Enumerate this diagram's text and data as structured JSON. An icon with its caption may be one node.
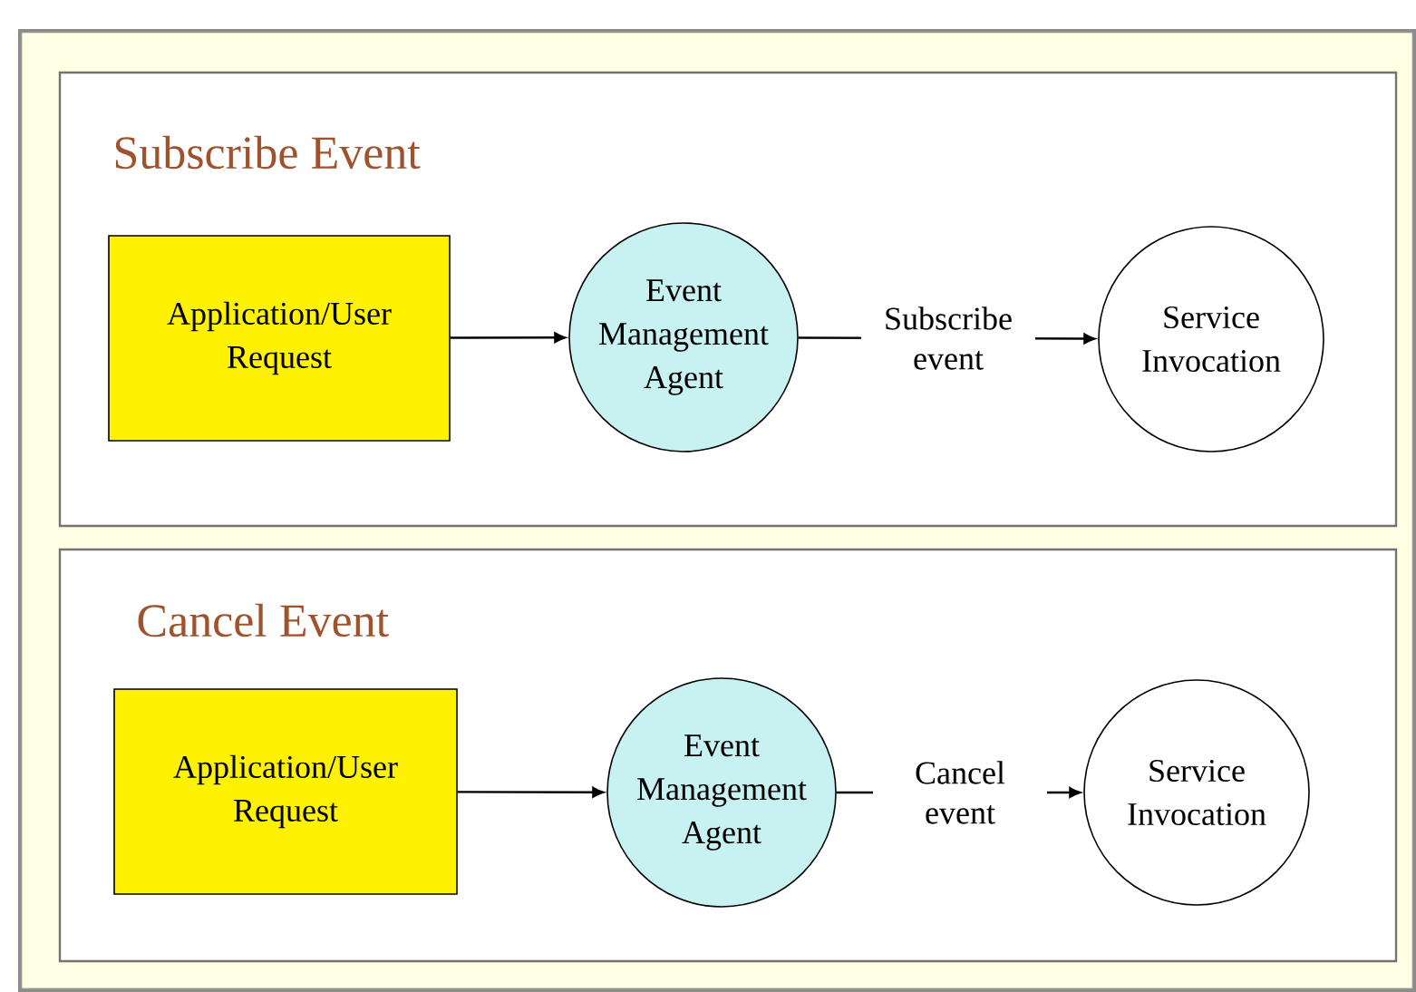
{
  "diagram": {
    "nodes": [
      {
        "text": [
          "Subscribe Event"
        ]
      },
      {
        "text": [
          "Application/User Request"
        ],
        "in": 0
      },
      {
        "text": [
          "Event Management Agent"
        ],
        "in": 0
      },
      {
        "text": [
          "Service Invocation"
        ],
        "in": 0
      },
      {
        "text": [
          "Cancel Event"
        ]
      },
      {
        "text": [
          "Application/User Request"
        ],
        "in": 4
      },
      {
        "text": [
          "Event Management Agent"
        ],
        "in": 4
      },
      {
        "text": [
          "Service Invocation"
        ],
        "in": 4
      }
    ],
    "edges": [
      {
        "from": 1,
        "to": 2,
        "arrow": "to"
      },
      {
        "from": 2,
        "to": 3,
        "arrow": "to",
        "label": "Subscribe event"
      },
      {
        "from": 5,
        "to": 6,
        "arrow": "to"
      },
      {
        "from": 6,
        "to": 7,
        "arrow": "to",
        "label": "Cancel event"
      }
    ]
  }
}
